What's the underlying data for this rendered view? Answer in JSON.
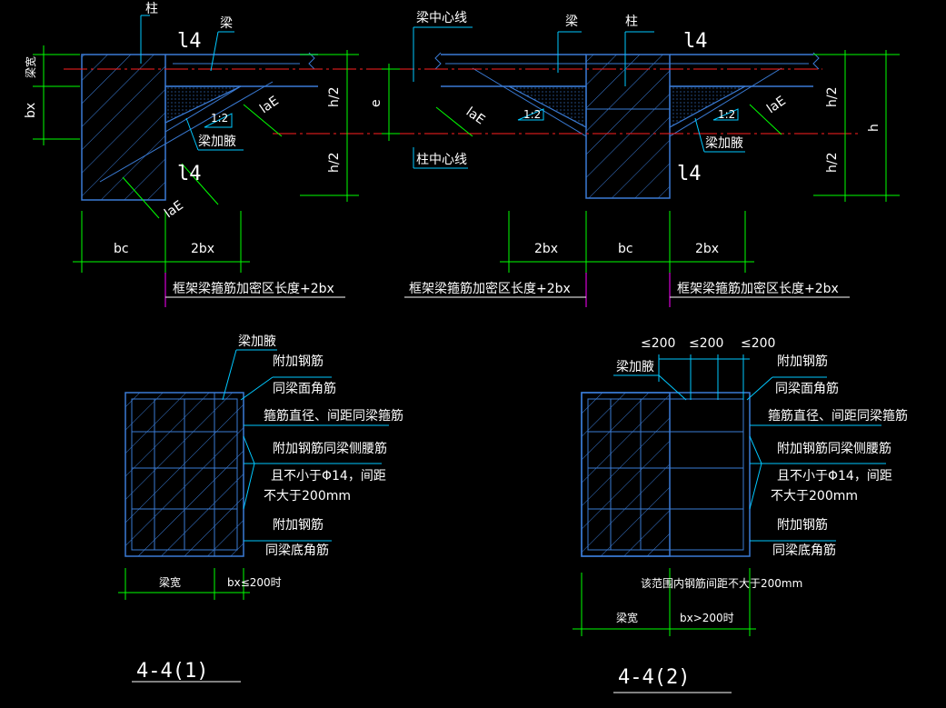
{
  "colors": {
    "background": "#000000",
    "concrete": "#3a7bd5",
    "dim": "#00ff00",
    "axis": "#ff2020",
    "text": "#ffffff",
    "note_line": "#00c8ff",
    "extent": "#ff00ff"
  },
  "labels": {
    "zhu": "柱",
    "liang": "梁",
    "l4": "l4",
    "liang_kuan_v": "梁宽",
    "bx": "bx",
    "laE": "laE",
    "slope": "1:2",
    "jia_ye": "梁加腋",
    "h_half": "h/2",
    "e": "e",
    "h": "h",
    "bc": "bc",
    "two_bx": "2bx",
    "beam_center": "梁中心线",
    "col_center": "柱中心线",
    "stirrup_zone": "框架梁箍筋加密区长度+2bx"
  },
  "section1": {
    "haunch": "梁加腋",
    "n1a": "附加钢筋",
    "n1b": "同梁面角筋",
    "n2": "箍筋直径、间距同梁箍筋",
    "n3a": "附加钢筋同梁侧腰筋",
    "n3b": "且不小于Φ14，间距",
    "n3c": "不大于200mm",
    "n4a": "附加钢筋",
    "n4b": "同梁底角筋",
    "dim_beam": "梁宽",
    "dim_bx": "bx≤200时",
    "title": "4-4(1)"
  },
  "section2": {
    "le200": "≤200",
    "haunch": "梁加腋",
    "n1a": "附加钢筋",
    "n1b": "同梁面角筋",
    "n2": "箍筋直径、间距同梁箍筋",
    "n3a": "附加钢筋同梁侧腰筋",
    "n3b": "且不小于Φ14，间距",
    "n3c": "不大于200mm",
    "n4a": "附加钢筋",
    "n4b": "同梁底角筋",
    "range_note": "该范围内钢筋间距不大于200mm",
    "dim_beam": "梁宽",
    "dim_bx": "bx>200时",
    "title": "4-4(2)"
  }
}
